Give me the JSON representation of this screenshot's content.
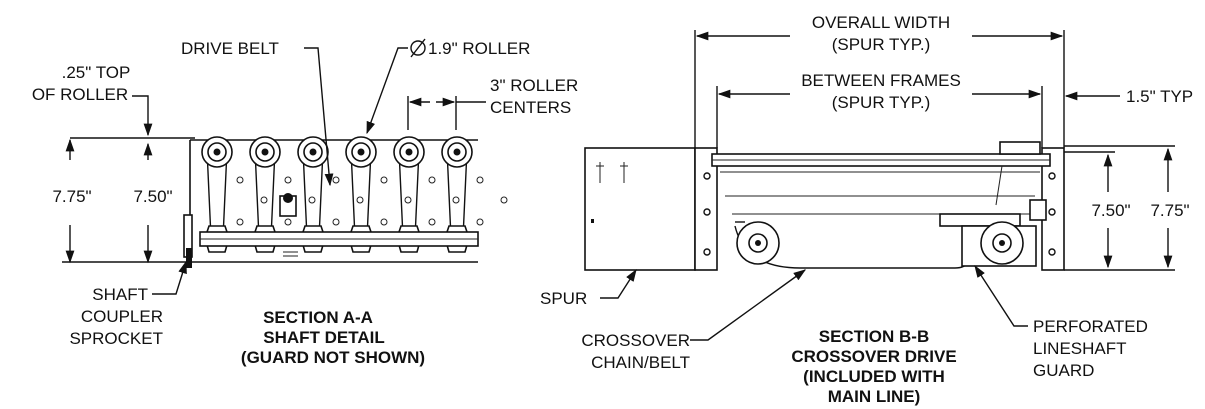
{
  "section_a": {
    "top_of_roller_line1": ".25\" TOP",
    "top_of_roller_line2": "OF ROLLER",
    "drive_belt": "DRIVE BELT",
    "roller_diameter": "1.9\" ROLLER",
    "roller_centers_line1": "3\" ROLLER",
    "roller_centers_line2": "CENTERS",
    "dim_outer": "7.75\"",
    "dim_inner": "7.50\"",
    "coupler_line1": "SHAFT",
    "coupler_line2": "COUPLER",
    "coupler_line3": "SPROCKET",
    "title_line1": "SECTION A-A",
    "title_line2": "SHAFT DETAIL",
    "title_line3": "(GUARD NOT SHOWN)"
  },
  "section_b": {
    "overall_width_line1": "OVERALL WIDTH",
    "overall_width_line2": "(SPUR TYP.)",
    "between_frames_line1": "BETWEEN FRAMES",
    "between_frames_line2": "(SPUR TYP.)",
    "typ": "1.5\" TYP",
    "dim_inner": "7.50\"",
    "dim_outer": "7.75\"",
    "spur": "SPUR",
    "crossover_line1": "CROSSOVER",
    "crossover_line2": "CHAIN/BELT",
    "guard_line1": "PERFORATED",
    "guard_line2": "LINESHAFT",
    "guard_line3": "GUARD",
    "title_line1": "SECTION B-B",
    "title_line2": "CROSSOVER DRIVE",
    "title_line3": "(INCLUDED WITH",
    "title_line4": "MAIN LINE)"
  }
}
